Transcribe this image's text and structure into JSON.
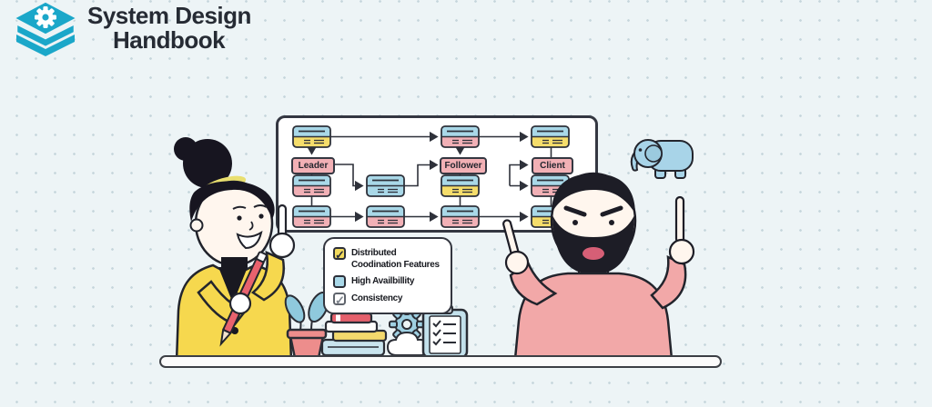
{
  "brand": {
    "line1": "System Design",
    "line2": "Handbook",
    "logo_icon": "stacked-books-gear-icon",
    "logo_color": "#1ba7c9"
  },
  "diagram": {
    "title_hint": "leader-follower replication whiteboard",
    "labels": {
      "leader": "Leader",
      "follower": "Follower",
      "client": "Client"
    },
    "nodes": [
      {
        "col": 1,
        "row": 1,
        "top": "blue",
        "bottom": "yellow"
      },
      {
        "col": 3,
        "row": 1,
        "top": "blue",
        "bottom": "pink"
      },
      {
        "col": 4,
        "row": 1,
        "top": "blue",
        "bottom": "yellow"
      },
      {
        "col": 1,
        "row": 2,
        "top": "blue",
        "bottom": "pink"
      },
      {
        "col": 2,
        "row": 2,
        "top": "blue",
        "bottom": "blue"
      },
      {
        "col": 3,
        "row": 2,
        "top": "blue",
        "bottom": "yellow"
      },
      {
        "col": 4,
        "row": 2,
        "top": "blue",
        "bottom": "pink"
      },
      {
        "col": 1,
        "row": 3,
        "top": "blue",
        "bottom": "pink"
      },
      {
        "col": 2,
        "row": 3,
        "top": "blue",
        "bottom": "pink"
      },
      {
        "col": 3,
        "row": 3,
        "top": "blue",
        "bottom": "pink"
      },
      {
        "col": 4,
        "row": 3,
        "top": "blue",
        "bottom": "yellow"
      }
    ],
    "colors": {
      "node_blue": "#a9d8e8",
      "node_yellow": "#f5dd6b",
      "node_pink": "#f1b0b6",
      "label_pink": "#f2b0b5",
      "outline": "#2e313a",
      "board": "#ffffff"
    }
  },
  "checklist": {
    "items": [
      {
        "label": "Distributed Coodination Features",
        "checked": true,
        "checkbox_color": "#f2da5e"
      },
      {
        "label": "High Availbillity",
        "checked": false,
        "checkbox_color": "#a9d8e8"
      },
      {
        "label": "Consistency",
        "checked": true,
        "checkbox_color": "#ffffff"
      }
    ]
  },
  "scene_colors": {
    "background": "#edf4f6",
    "dots": "#c5d5db",
    "woman_jacket": "#f6d84e",
    "man_sweater": "#f2a8a8",
    "elephant": "#a8d4e8",
    "desk": "#fbfbfb",
    "pot": "#ed8d8c",
    "leaves": "#8fc9dd",
    "gear": "#9fd0e2"
  }
}
